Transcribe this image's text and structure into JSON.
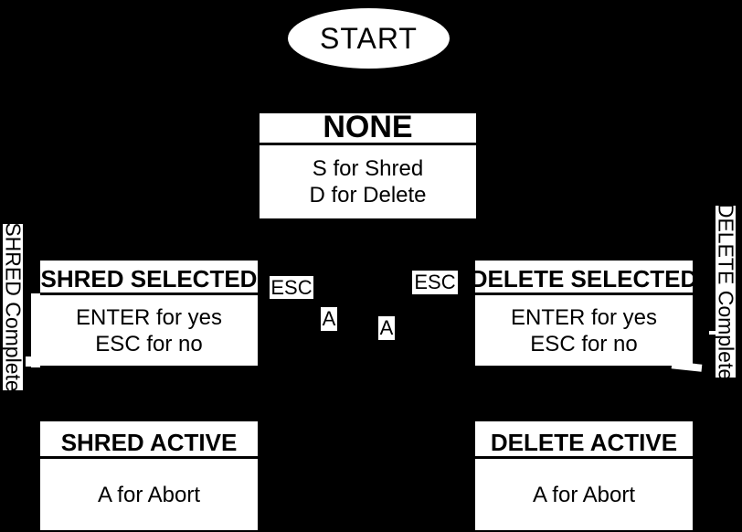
{
  "diagram": {
    "background_color": "#000000",
    "node_fill_color": "#ffffff",
    "node_text_color": "#000000"
  },
  "nodes": {
    "start": {
      "label": "START"
    },
    "none": {
      "title": "NONE",
      "body_lines": [
        "S for Shred",
        "D for Delete"
      ]
    },
    "shred_selected": {
      "title": "SHRED SELECTED",
      "body_lines": [
        "ENTER for yes",
        "ESC for no"
      ]
    },
    "delete_selected": {
      "title": "DELETE SELECTED",
      "body_lines": [
        "ENTER for yes",
        "ESC for no"
      ]
    },
    "shred_active": {
      "title": "SHRED ACTIVE",
      "body_lines": [
        "A for Abort"
      ]
    },
    "delete_active": {
      "title": "DELETE ACTIVE",
      "body_lines": [
        "A for Abort"
      ]
    }
  },
  "edge_labels": {
    "esc_left": "ESC",
    "esc_right": "ESC",
    "abort_left": "A",
    "abort_right": "A",
    "shred_complete": "SHRED Complete",
    "delete_complete": "DELETE Complete"
  }
}
